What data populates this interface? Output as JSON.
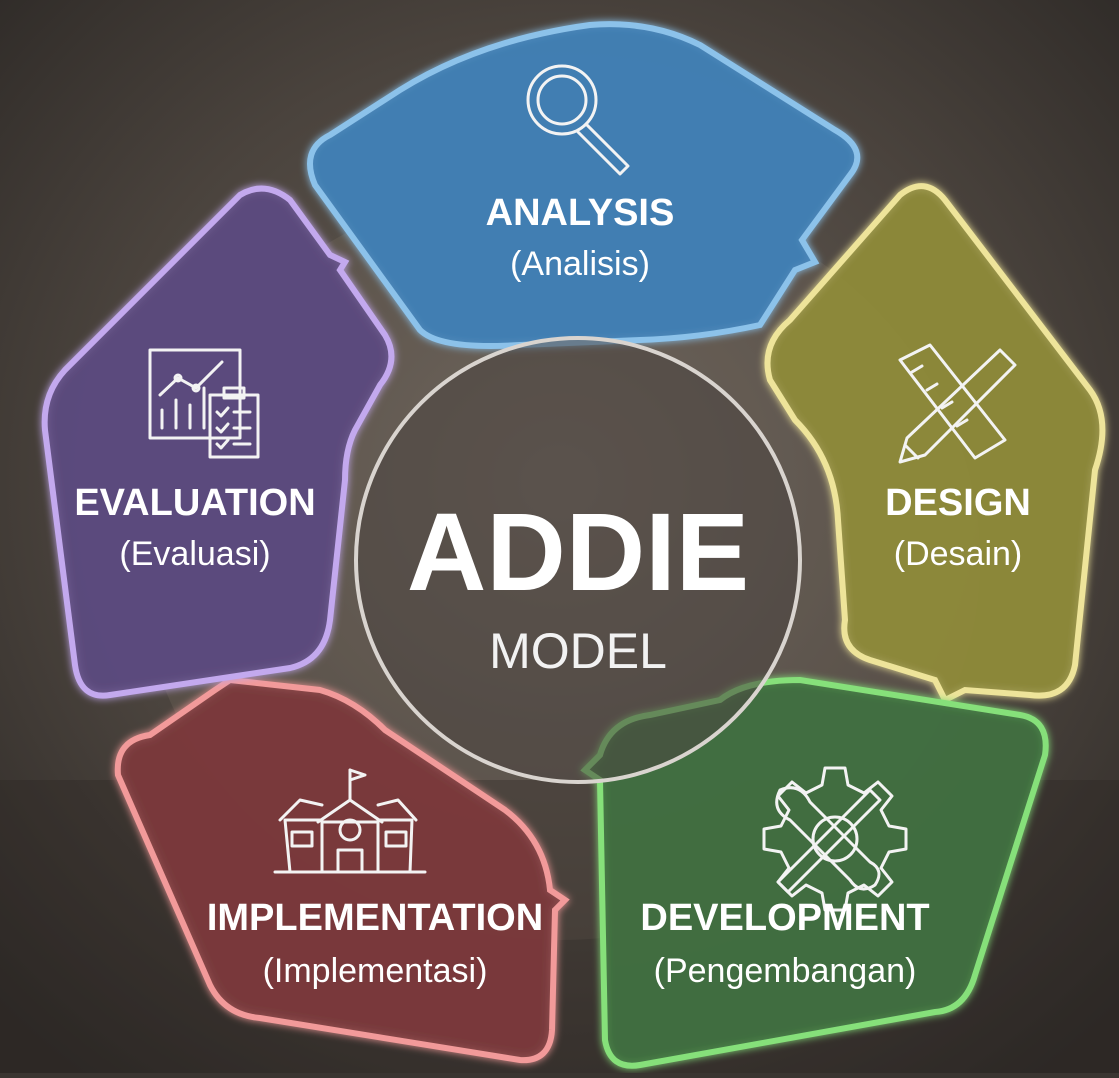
{
  "center": {
    "title": "ADDIE",
    "subtitle": "MODEL"
  },
  "phases": {
    "analysis": {
      "title": "ANALYSIS",
      "subtitle": "(Analisis)",
      "icon": "magnifier-icon",
      "color": "#3f7fb4",
      "border": "#8cc2ea"
    },
    "design": {
      "title": "DESIGN",
      "subtitle": "(Desain)",
      "icon": "ruler-pencil-icon",
      "color": "#8d8a3a",
      "border": "#eee49a"
    },
    "development": {
      "title": "DEVELOPMENT",
      "subtitle": "(Pengembangan)",
      "icon": "gear-wrench-icon",
      "color": "#3f6f3f",
      "border": "#86e07a"
    },
    "implementation": {
      "title": "IMPLEMENTATION",
      "subtitle": "(Implementasi)",
      "icon": "school-building-icon",
      "color": "#7a3a3c",
      "border": "#f29a9a"
    },
    "evaluation": {
      "title": "EVALUATION",
      "subtitle": "(Evaluasi)",
      "icon": "chart-clipboard-icon",
      "color": "#5c4a7e",
      "border": "#c3a9ee"
    }
  }
}
